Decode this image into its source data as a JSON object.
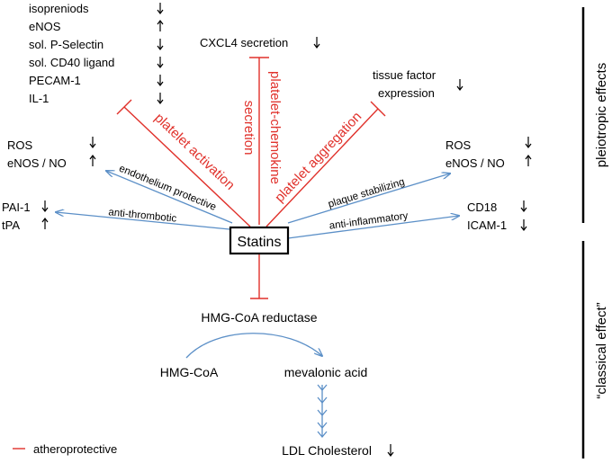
{
  "colors": {
    "inhibit": "#e0312b",
    "arrow": "#5b8fc7",
    "text": "#000000"
  },
  "center": {
    "label": "Statins"
  },
  "top_left_list": [
    {
      "label": "isopreniods",
      "dir": "down"
    },
    {
      "label": "eNOS",
      "dir": "up"
    },
    {
      "label": "sol. P-Selectin",
      "dir": "down"
    },
    {
      "label": "sol. CD40 ligand",
      "dir": "down"
    },
    {
      "label": "PECAM-1",
      "dir": "down"
    },
    {
      "label": "IL-1",
      "dir": "down"
    }
  ],
  "cxcl4": {
    "label": "CXCL4 secretion",
    "dir": "down"
  },
  "tissue_factor": {
    "line1": "tissue factor",
    "line2": "expression",
    "dir": "down"
  },
  "left_ros": [
    {
      "label": "ROS",
      "dir": "down"
    },
    {
      "label": "eNOS / NO",
      "dir": "up"
    }
  ],
  "left_pai": [
    {
      "label": "PAI-1",
      "dir": "down"
    },
    {
      "label": "tPA",
      "dir": "up"
    }
  ],
  "right_ros": [
    {
      "label": "ROS",
      "dir": "down"
    },
    {
      "label": "eNOS / NO",
      "dir": "up"
    }
  ],
  "right_cd": [
    {
      "label": "CD18",
      "dir": "down"
    },
    {
      "label": "ICAM-1",
      "dir": "down"
    }
  ],
  "arrow_labels": {
    "endothelium": "endothelium protective",
    "antithrombotic": "anti-thrombotic",
    "plaque": "plaque stabilizing",
    "antiinflammatory": "anti-inflammatory"
  },
  "red_labels": {
    "activation": "platelet activation",
    "chemokine1": "platelet-chemokine",
    "chemokine2": "secretion",
    "aggregation": "platelet aggregation"
  },
  "classical": {
    "reductase": "HMG-CoA reductase",
    "hmgcoa": "HMG-CoA",
    "mevalonic": "mevalonic acid",
    "ldl": "LDL Cholesterol",
    "ldl_dir": "down"
  },
  "side_labels": {
    "pleiotropic": "pleiotropic effects",
    "classical": "“classical effect”"
  },
  "legend": {
    "label": "atheroprotective"
  }
}
